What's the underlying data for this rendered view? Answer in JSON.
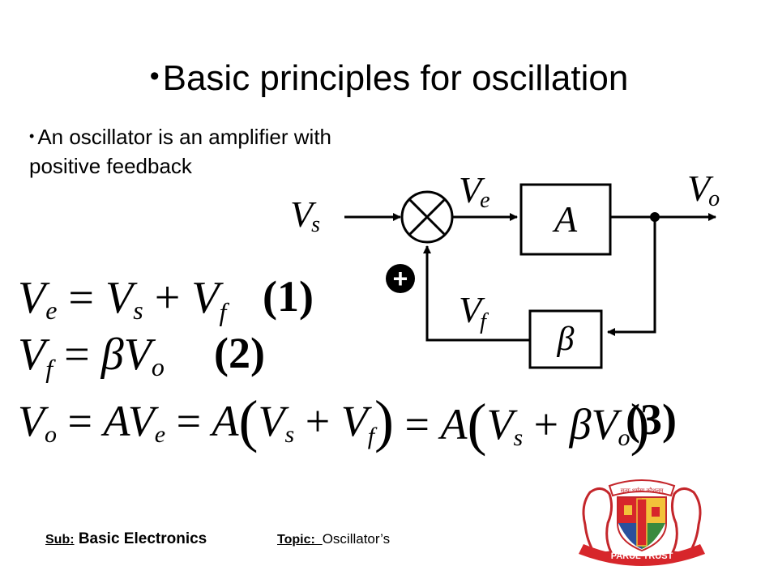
{
  "slide": {
    "title": "Basic principles for oscillation",
    "bullet_glyph": "•",
    "subpoint_line1": "An oscillator is an amplifier with",
    "subpoint_line2": "positive feedback"
  },
  "diagram": {
    "labels": {
      "vs_main": "V",
      "vs_sub": "s",
      "ve_main": "V",
      "ve_sub": "e",
      "vo_main": "V",
      "vo_sub": "o",
      "vf_main": "V",
      "vf_sub": "f",
      "amp_block": "A",
      "feedback_block": "β",
      "plus_sign": "+"
    }
  },
  "equations": {
    "eq1": {
      "number": "(1)"
    },
    "eq2": {
      "number": "(2)"
    },
    "eq3": {
      "number": "(3)"
    }
  },
  "footer": {
    "sub_label": "Sub:",
    "sub_value": "Basic Electronics",
    "topic_label": "Topic:  ",
    "topic_value": "Oscillator’s"
  },
  "logo": {
    "motto": "सत्यः धर्मस्य कौशलम्",
    "banner": "PARUL TRUST",
    "colors": {
      "red": "#d7262b",
      "gold": "#f2c23a",
      "blue": "#2a4f9c",
      "green": "#3a8a3e"
    }
  }
}
